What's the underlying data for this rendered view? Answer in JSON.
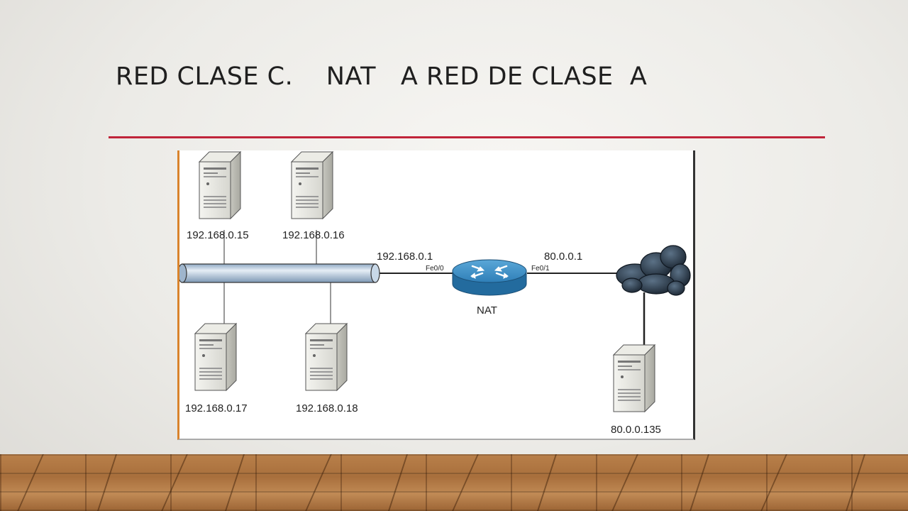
{
  "slide": {
    "title": "RED CLASE C.    NAT   A RED DE CLASE  A"
  },
  "diagram": {
    "servers": [
      {
        "label": "192.168.0.15"
      },
      {
        "label": "192.168.0.16"
      },
      {
        "label": "192.168.0.17"
      },
      {
        "label": "192.168.0.18"
      },
      {
        "label": "80.0.0.135"
      }
    ],
    "router": {
      "label": "NAT",
      "inside_ip": "192.168.0.1",
      "inside_interface": "Fe0/0",
      "outside_ip": "80.0.0.1",
      "outside_interface": "Fe0/1"
    },
    "colors": {
      "router_blue": "#3d8fc6",
      "cloud_dark": "#2c3e50",
      "bus_blue": "#b9cfe3",
      "accent_rule": "#c0243a"
    }
  }
}
